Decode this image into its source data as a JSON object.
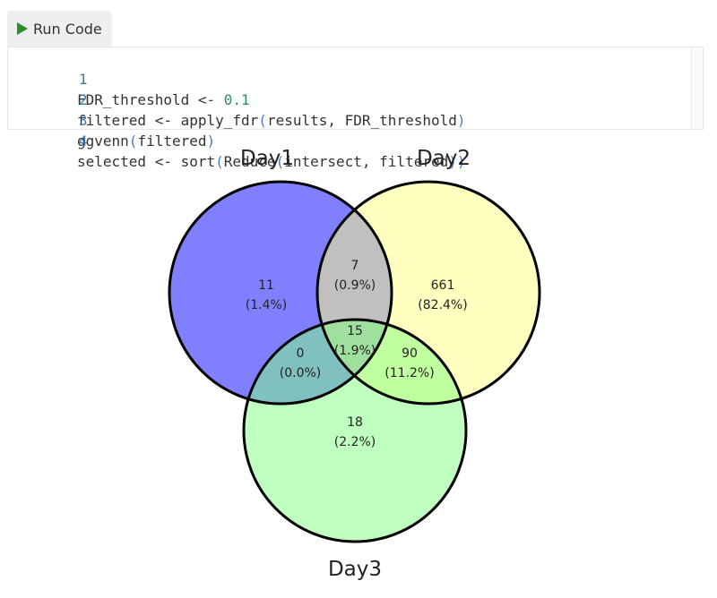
{
  "toolbar": {
    "run_label": "Run Code",
    "run_icon": "play-icon",
    "run_icon_color": "#2e8b2e"
  },
  "code": {
    "lines": [
      {
        "num": "1",
        "a": "FDR_threshold <- ",
        "b": "0.1",
        "c": "",
        "d": "",
        "e": "",
        "f": ""
      },
      {
        "num": "2",
        "a": "filtered <- apply_fdr",
        "b": "(",
        "c": "results, FDR_threshold",
        "d": ")",
        "e": "",
        "f": ""
      },
      {
        "num": "3",
        "a": "ggvenn",
        "b": "(",
        "c": "filtered",
        "d": ")",
        "e": "",
        "f": ""
      },
      {
        "num": "4",
        "a": "selected <- sort",
        "b": "(",
        "c": "Reduce",
        "d": "(",
        "e": "intersect, filtered",
        "f": "))"
      }
    ]
  },
  "chart_data": {
    "type": "venn",
    "sets": [
      {
        "name": "Day1",
        "color": "#8080ff"
      },
      {
        "name": "Day2",
        "color": "#ffff80"
      },
      {
        "name": "Day3",
        "color": "#80ff80"
      }
    ],
    "regions": [
      {
        "sets": [
          "Day1"
        ],
        "count": "11",
        "percent": "(1.4%)"
      },
      {
        "sets": [
          "Day1",
          "Day2"
        ],
        "count": "7",
        "percent": "(0.9%)"
      },
      {
        "sets": [
          "Day2"
        ],
        "count": "661",
        "percent": "(82.4%)"
      },
      {
        "sets": [
          "Day1",
          "Day3"
        ],
        "count": "0",
        "percent": "(0.0%)"
      },
      {
        "sets": [
          "Day1",
          "Day2",
          "Day3"
        ],
        "count": "15",
        "percent": "(1.9%)"
      },
      {
        "sets": [
          "Day2",
          "Day3"
        ],
        "count": "90",
        "percent": "(11.2%)"
      },
      {
        "sets": [
          "Day3"
        ],
        "count": "18",
        "percent": "(2.2%)"
      }
    ]
  }
}
